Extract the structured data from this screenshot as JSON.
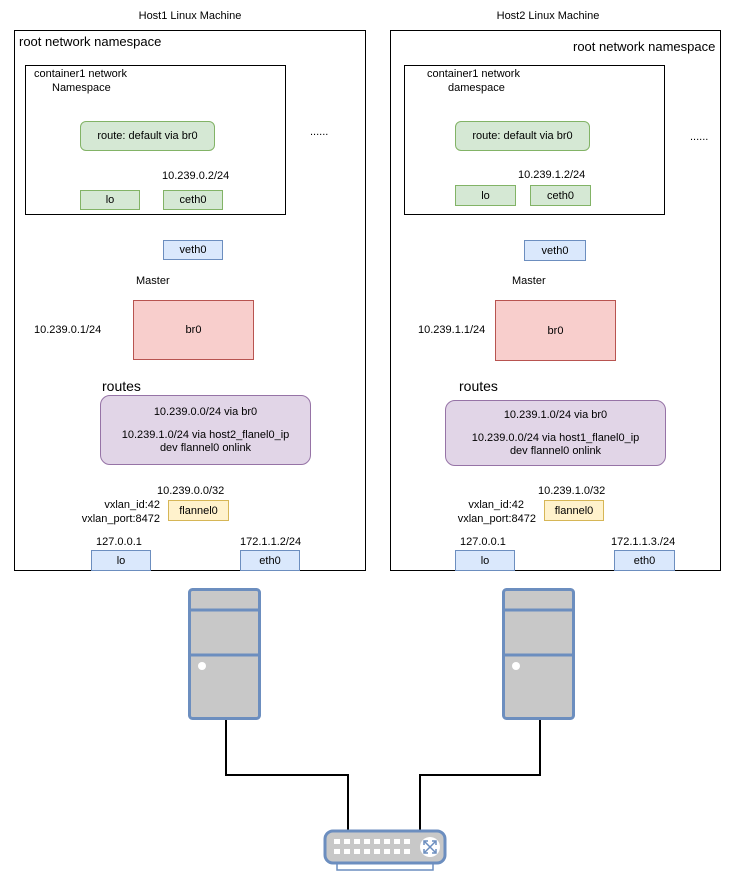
{
  "host1": {
    "title": "Host1 Linux Machine",
    "root_ns": "root network namespace",
    "container_ns_line1": "container1 network",
    "container_ns_line2": "Namespace",
    "route": "route: default via br0",
    "container_ip": "10.239.0.2/24",
    "lo": "lo",
    "ceth": "ceth0",
    "ellipsis": "......",
    "veth": "veth0",
    "master": "Master",
    "br_ip": "10.239.0.1/24",
    "br": "br0",
    "routes_title": "routes",
    "route1": "10.239.0.0/24 via br0",
    "route2": "10.239.1.0/24 via host2_flanel0_ip",
    "route3": "dev flannel0 onlink",
    "flannel_ip": "10.239.0.0/32",
    "vxlan_id": "vxlan_id:42",
    "vxlan_port": "vxlan_port:8472",
    "flannel": "flannel0",
    "lo_ip": "127.0.0.1",
    "eth_ip": "172.1.1.2/24",
    "host_lo": "lo",
    "eth": "eth0"
  },
  "host2": {
    "title": "Host2 Linux Machine",
    "root_ns": "root network namespace",
    "container_ns_line1": "container1 network",
    "container_ns_line2": "damespace",
    "route": "route: default via br0",
    "container_ip": "10.239.1.2/24",
    "lo": "lo",
    "ceth": "ceth0",
    "ellipsis": "......",
    "veth": "veth0",
    "master": "Master",
    "br_ip": "10.239.1.1/24",
    "br": "br0",
    "routes_title": "routes",
    "route1": "10.239.1.0/24 via br0",
    "route2": "10.239.0.0/24 via host1_flanel0_ip",
    "route3": "dev flannel0 onlink",
    "flannel_ip": "10.239.1.0/32",
    "vxlan_id": "vxlan_id:42",
    "vxlan_port": "vxlan_port:8472",
    "flannel": "flannel0",
    "lo_ip": "127.0.0.1",
    "eth_ip": "172.1.1.3./24",
    "host_lo": "lo",
    "eth": "eth0"
  },
  "icons": {
    "server1": "server-tower-icon",
    "server2": "server-tower-icon",
    "switch": "network-switch-icon"
  },
  "colors": {
    "green_fill": "#d5e8d4",
    "blue_fill": "#dae8fc",
    "red_fill": "#f8cecc",
    "purple_fill": "#e1d5e7",
    "yellow_fill": "#fff2cc",
    "server_frame": "#6c8ebf"
  }
}
